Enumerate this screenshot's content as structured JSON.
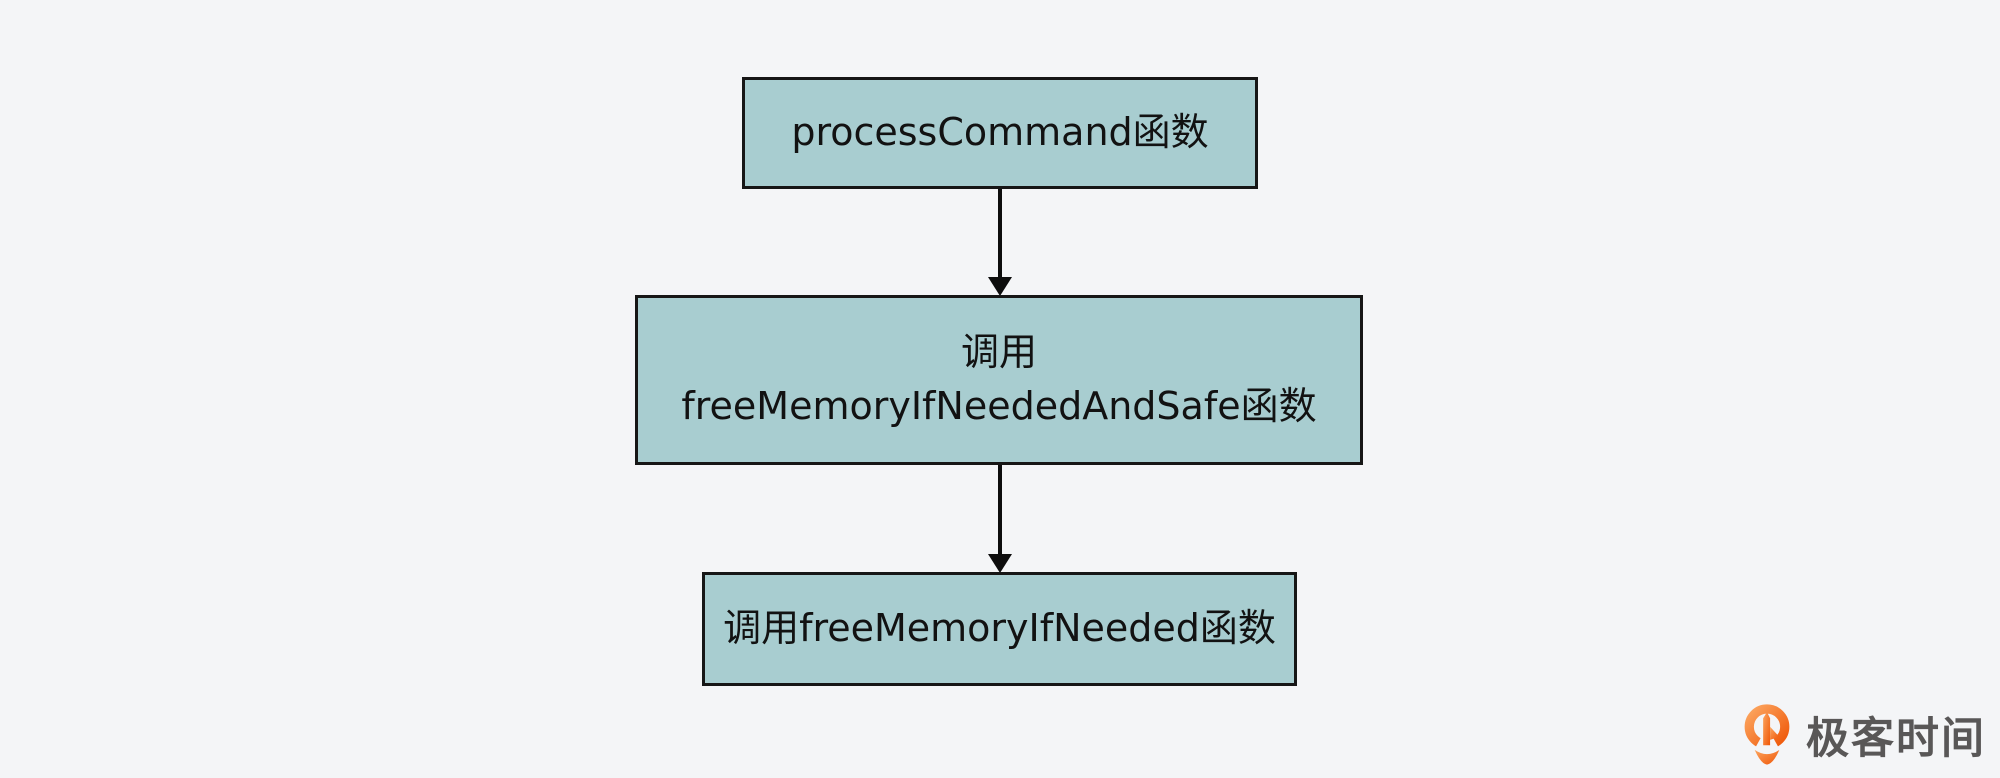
{
  "colors": {
    "page-bg": "#f4f5f7",
    "box-fill": "#a8cdd0",
    "box-border": "#161616",
    "arrow": "#0d0d0d",
    "brand-text": "#595757",
    "brand-orange": "#f15a08"
  },
  "flowchart": {
    "nodes": [
      {
        "label": "processCommand函数"
      },
      {
        "label": "调用\nfreeMemoryIfNeededAndSafe函数"
      },
      {
        "label": "调用freeMemoryIfNeeded函数"
      }
    ]
  },
  "watermark": {
    "brand": "极客时间"
  }
}
